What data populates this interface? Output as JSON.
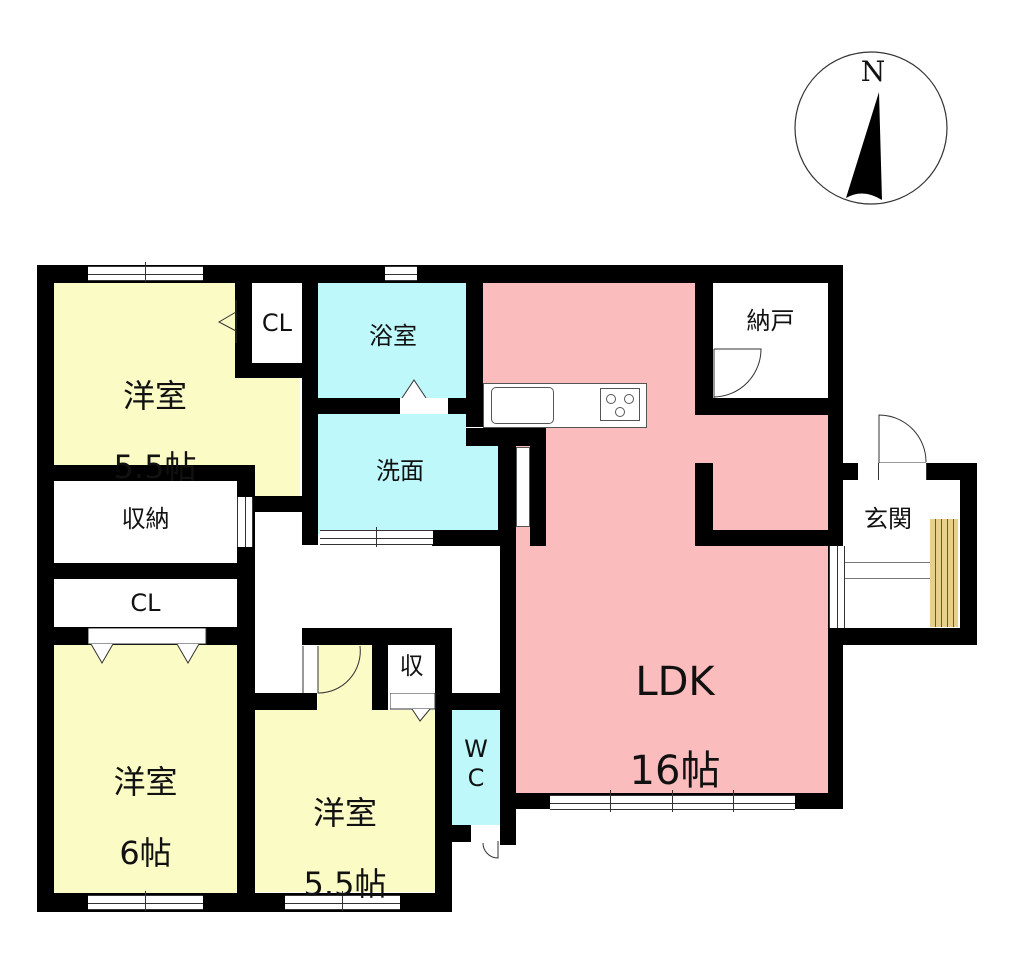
{
  "compass": {
    "label": "N",
    "direction": "north-up"
  },
  "rooms": {
    "western_room_nw": {
      "name": "洋室",
      "size": "5.5帖"
    },
    "closet_nw": {
      "name": "CL"
    },
    "bathroom": {
      "name": "浴室"
    },
    "washroom": {
      "name": "洗面"
    },
    "storage_room": {
      "name": "納戸"
    },
    "entrance": {
      "name": "玄関"
    },
    "storage_w": {
      "name": "収納"
    },
    "closet_w": {
      "name": "CL"
    },
    "western_room_sw": {
      "name": "洋室",
      "size": "6帖"
    },
    "western_room_s": {
      "name": "洋室",
      "size": "5.5帖"
    },
    "small_storage": {
      "name": "収"
    },
    "toilet": {
      "name": "W\nC"
    },
    "ldk": {
      "name": "LDK",
      "size": "16帖"
    }
  },
  "colors": {
    "wall": "#000000",
    "western_room": "#fbfbc6",
    "wet_area": "#bff8fb",
    "ldk": "#fbbcbd",
    "entrance_floor": "#e8d08c"
  }
}
